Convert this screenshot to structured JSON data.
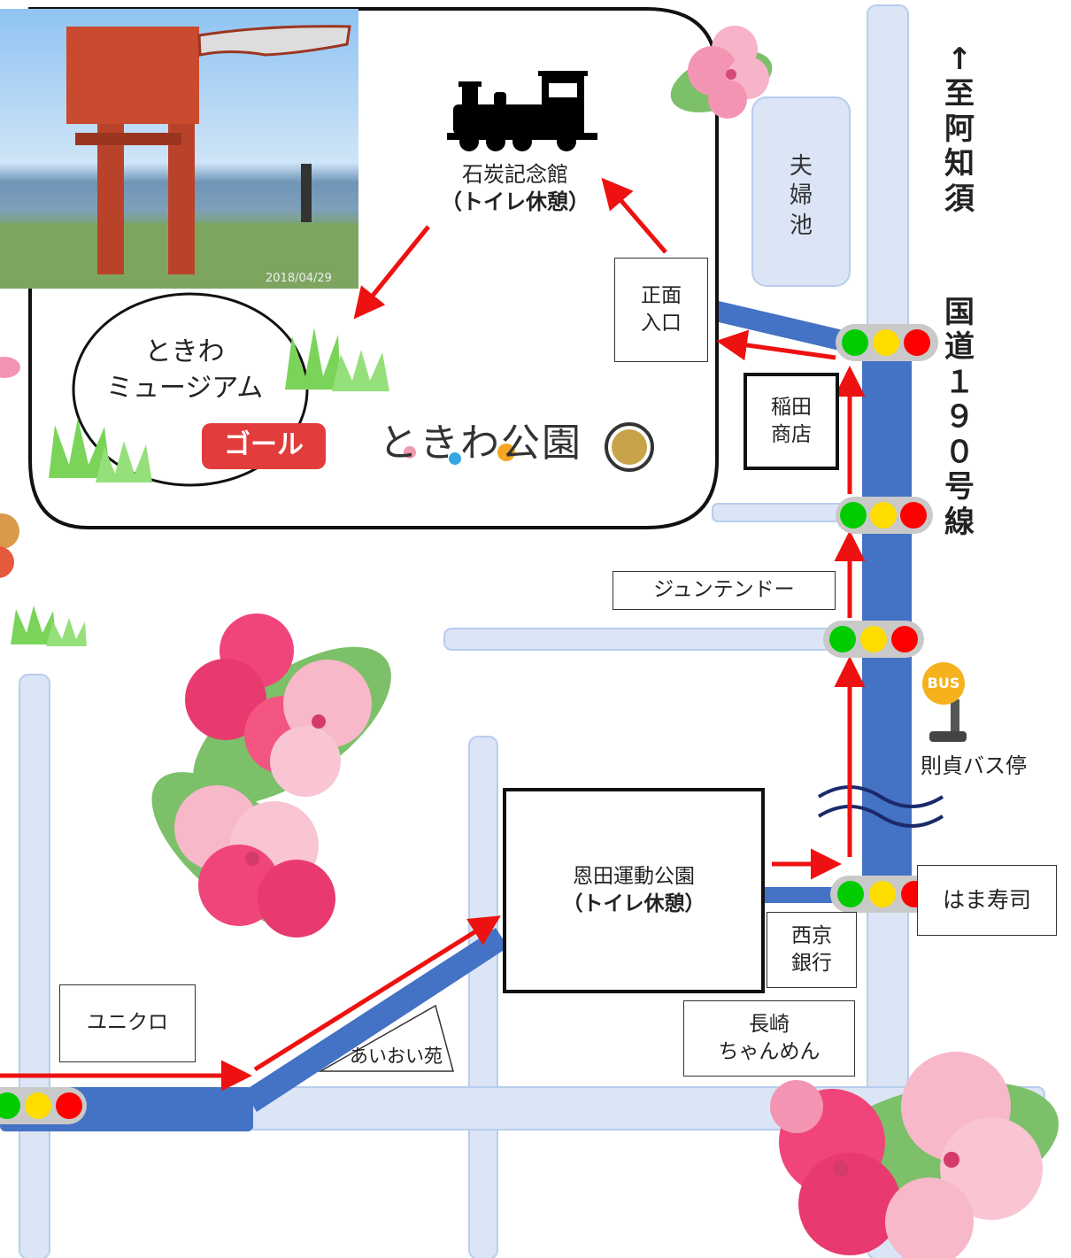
{
  "photo": {
    "timestamp": "2018/04/29"
  },
  "park": {
    "logo_text": "ときわ公園",
    "goal_label": "ゴール"
  },
  "places": {
    "museum": [
      "ときわ",
      "ミュージアム"
    ],
    "coal_museum": {
      "name": "石炭記念館",
      "note": "（トイレ休憩）"
    },
    "main_entrance": [
      "正面",
      "入口"
    ],
    "inada_shop": [
      "稲田",
      "商店"
    ],
    "juntendo": "ジュンテンドー",
    "norisada_bus_stop": "則貞バス停",
    "bus_sign": "BUS",
    "hama_sushi": "はま寿司",
    "onda_park": {
      "name": "恩田運動公園",
      "note": "（トイレ休憩）"
    },
    "saikyo_bank": [
      "西京",
      "銀行"
    ],
    "nagasaki_champon": [
      "長崎",
      "ちゃんめん"
    ],
    "uniqlo": "ユニクロ",
    "aioien": "あいおい苑",
    "fufu_pond": "夫婦池"
  },
  "direction": {
    "arrow": "↑",
    "text": "至阿知須"
  },
  "route": {
    "text": "国道１９０号線"
  },
  "colors": {
    "main_road": "#4472C4",
    "side_road": "#dbe5f5",
    "route_arrow": "#ee1111",
    "signal_red": "#ff0000",
    "signal_yellow": "#ffdd00",
    "signal_green": "#00cc00"
  }
}
